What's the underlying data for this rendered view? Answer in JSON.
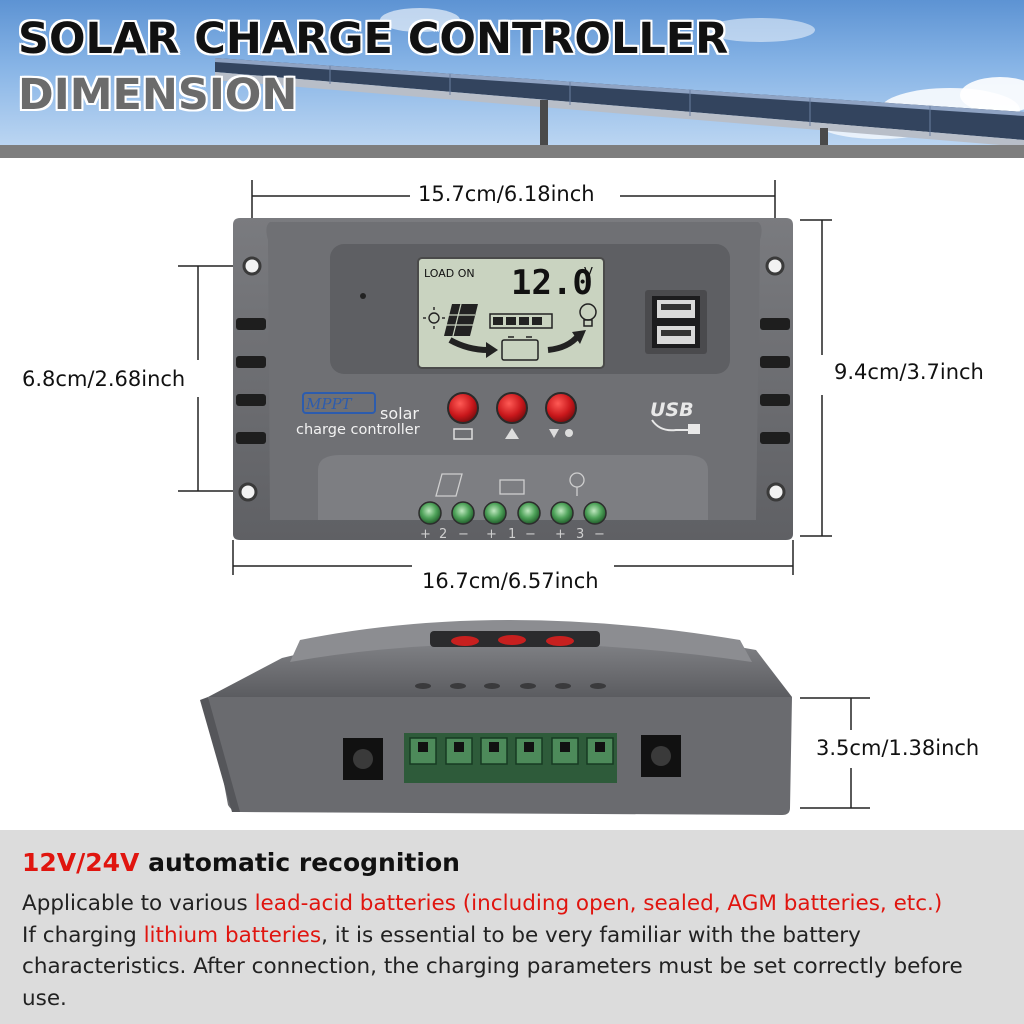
{
  "header": {
    "title": "SOLAR CHARGE CONTROLLER",
    "subtitle": "DIMENSION"
  },
  "dimensions": {
    "width_top": "15.7cm/6.18inch",
    "height_left": "6.8cm/2.68inch",
    "height_right": "9.4cm/3.7inch",
    "width_bottom": "16.7cm/6.57inch",
    "depth": "3.5cm/1.38inch"
  },
  "device": {
    "lcd_status": "LOAD ON",
    "lcd_value": "12.0",
    "lcd_unit": "V",
    "brand_badge": "MPPT",
    "brand_word": "solar",
    "brand_line2": "charge controller",
    "usb_logo": "USB",
    "terminal_labels": [
      "+",
      "2",
      "−",
      "+",
      "1",
      "−",
      "+",
      "3",
      "−"
    ],
    "icons": [
      "sun-icon",
      "solar-panel-icon",
      "battery-icon",
      "bulb-icon",
      "usb-port-icon"
    ],
    "colors": {
      "body": "#6d6e72",
      "lcd": "#c9d3c0",
      "button": "#c9171b",
      "terminal": "#4fa35a"
    }
  },
  "info": {
    "headline_red": "12V/24V",
    "headline_rest": " automatic recognition",
    "line1_a": "Applicable to various ",
    "line1_red": "lead-acid batteries (including open, sealed, AGM batteries, etc.)",
    "line2_a": "If charging ",
    "line2_red": "lithium batteries",
    "line2_b": ", it is essential to be very familiar with the battery characteristics. After connection, the charging parameters must be set correctly before use.",
    "colors": {
      "highlight": "#e0150f"
    }
  }
}
